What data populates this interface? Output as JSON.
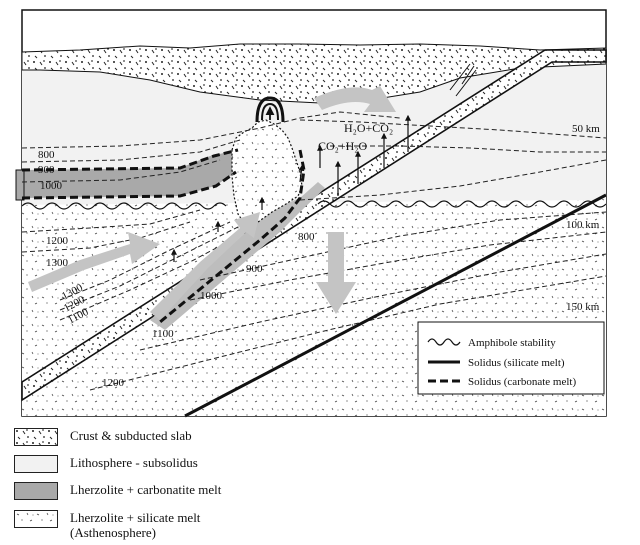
{
  "colors": {
    "lithosphere": "#f2f2f2",
    "carbonatite_melt": "#a9a9a9",
    "asthenosphere": "#ffffff",
    "arrow": "#c4c4c4",
    "line": "#111111"
  },
  "fluids": {
    "h2o_co2": "H₂O+CO₂",
    "co2_h2o": "CO₂+H₂O"
  },
  "depths": [
    "50 km",
    "100 km",
    "150 km"
  ],
  "isotherms": {
    "left": [
      "800",
      "900",
      "1000",
      "1200",
      "1300"
    ],
    "wedge": [
      "1300",
      "1200",
      "1100"
    ],
    "slab": [
      "800",
      "900",
      "1000",
      "1100",
      "1200"
    ]
  },
  "inset_legend": {
    "amphibole": "Amphibole stability",
    "solidus_silicate": "Solidus (silicate melt)",
    "solidus_carbonate": "Solidus (carbonate melt)"
  },
  "legend": {
    "crust": "Crust & subducted slab",
    "lithosphere": "Lithosphere - subsolidus",
    "lherzolite_carbonatite": "Lherzolite + carbonatite melt",
    "lherzolite_silicate": "Lherzolite + silicate melt",
    "asthenosphere": "(Asthenosphere)"
  },
  "icons": [
    "wavy-line-icon",
    "solid-line-icon",
    "dashed-line-icon",
    "flow-arrow-icon",
    "upward-arrow-icon"
  ]
}
